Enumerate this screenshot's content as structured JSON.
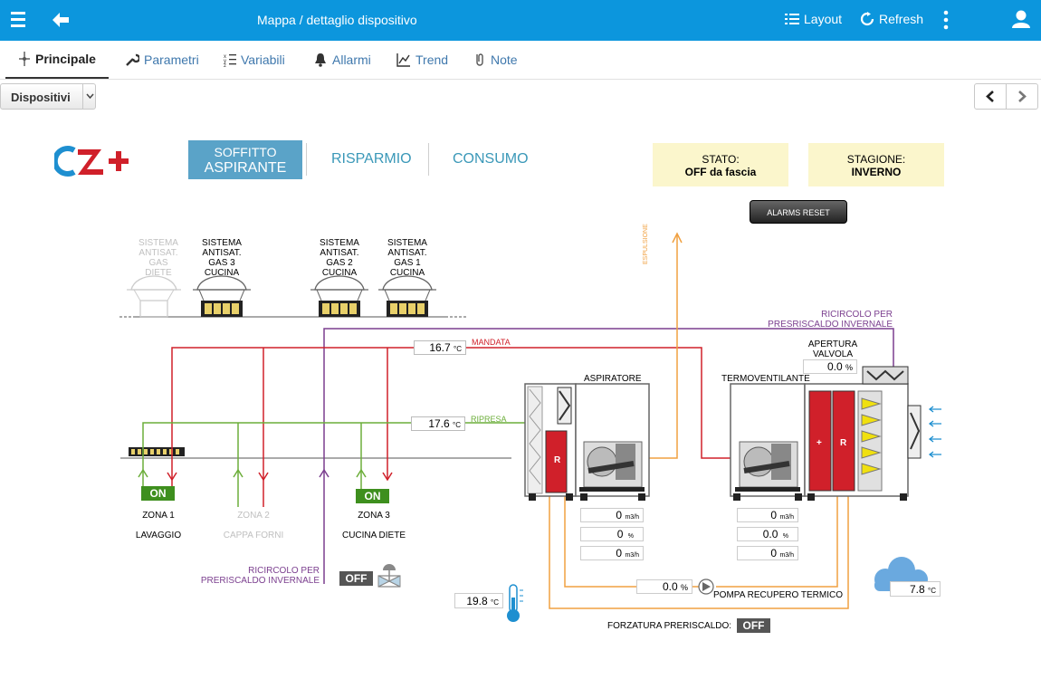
{
  "topbar": {
    "title": "Mappa / dettaglio dispositivo",
    "layout_label": "Layout",
    "refresh_label": "Refresh",
    "icons": [
      "hamburger-icon",
      "back-arrow-icon",
      "layout-icon",
      "refresh-icon",
      "kebab-icon",
      "user-icon"
    ]
  },
  "tabs": [
    {
      "label": "Principale",
      "icon": "diagram-icon",
      "active": true
    },
    {
      "label": "Parametri",
      "icon": "wrench-icon"
    },
    {
      "label": "Variabili",
      "icon": "list-icon"
    },
    {
      "label": "Allarmi",
      "icon": "bell-icon"
    },
    {
      "label": "Trend",
      "icon": "chart-icon"
    },
    {
      "label": "Note",
      "icon": "paperclip-icon"
    }
  ],
  "selector": {
    "label": "Dispositivi"
  },
  "header": {
    "logo_text": "CZ+",
    "tab_soffitto_1": "SOFFITTO",
    "tab_soffitto_2": "ASPIRANTE",
    "tab_risparmio": "RISPARMIO",
    "tab_consumo": "CONSUMO",
    "stato_label": "STATO:",
    "stato_value": "OFF da fascia",
    "stagione_label": "STAGIONE:",
    "stagione_value": "INVERNO",
    "alarms_reset": "ALARMS RESET"
  },
  "hoods": [
    {
      "l1": "SISTEMA",
      "l2": "ANTISAT.",
      "l3": "GAS",
      "l4": "DIETE",
      "active": false
    },
    {
      "l1": "SISTEMA",
      "l2": "ANTISAT.",
      "l3": "GAS 3",
      "l4": "CUCINA",
      "active": true
    },
    {
      "l1": "SISTEMA",
      "l2": "ANTISAT.",
      "l3": "GAS 2",
      "l4": "CUCINA",
      "active": true
    },
    {
      "l1": "SISTEMA",
      "l2": "ANTISAT.",
      "l3": "GAS 1",
      "l4": "CUCINA",
      "active": true
    }
  ],
  "lines": {
    "mandata": "MANDATA",
    "mandata_temp": "16.7",
    "ripresa": "RIPRESA",
    "ripresa_temp": "17.6",
    "espulsione": "ESPULSIONE",
    "ricircolo_1": "RICIRCOLO PER",
    "ricircolo_2": "PRESRISCALDO INVERNALE"
  },
  "zones": [
    {
      "status": "ON",
      "name": "ZONA 1",
      "desc": "LAVAGGIO",
      "active": true
    },
    {
      "status": "",
      "name": "ZONA 2",
      "desc": "CAPPA FORNI",
      "active": false
    },
    {
      "status": "ON",
      "name": "ZONA 3",
      "desc": "CUCINA DIETE",
      "active": true
    }
  ],
  "aspiratore": {
    "title": "ASPIRATORE",
    "v1": "0",
    "u1": "m3/h",
    "v2": "0",
    "u2": "%",
    "v3": "0",
    "u3": "m3/h",
    "r_label": "R"
  },
  "termoventilante": {
    "title": "TERMOVENTILANTE",
    "v1": "0",
    "u1": "m3/h",
    "v2": "0.0",
    "u2": "%",
    "v3": "0",
    "u3": "m3/h",
    "plus_label": "+",
    "r_label": "R"
  },
  "valvola": {
    "l1": "APERTURA",
    "l2": "VALVOLA",
    "value": "0.0",
    "unit": "%"
  },
  "ricircolo_bottom": {
    "l1": "RICIRCOLO PER",
    "l2": "PRERISCALDO INVERNALE",
    "status": "OFF"
  },
  "pompa": {
    "value": "0.0",
    "unit": "%",
    "label": "POMPA RECUPERO TERMICO"
  },
  "forzatura": {
    "label": "FORZATURA PRERISCALDO:",
    "status": "OFF"
  },
  "temp_int": {
    "value": "19.8",
    "unit": "°C"
  },
  "temp_ext": {
    "value": "7.8",
    "unit": "°C"
  },
  "unit_c": "°C",
  "colors": {
    "mandata": "#d0202a",
    "ripresa": "#6cae3a",
    "ricircolo": "#7b3f8f",
    "espulsione": "#f0a040",
    "topbar": "#0c96dd"
  }
}
